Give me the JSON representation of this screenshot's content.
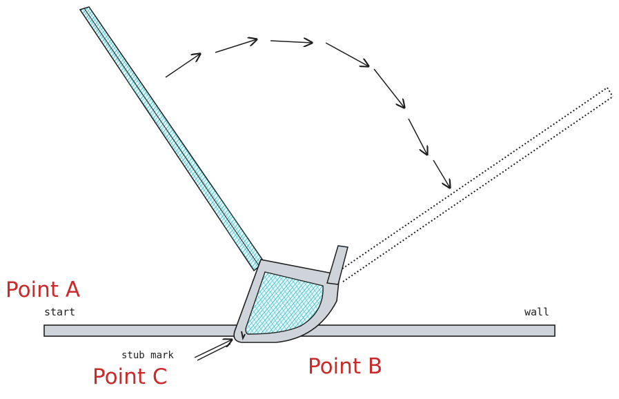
{
  "labels": {
    "point_a": "Point A",
    "point_b": "Point B",
    "point_c": "Point C",
    "start": "start",
    "wall": "wall",
    "stub_mark": "stub mark"
  },
  "colors": {
    "stroke": "#1e1e1e",
    "label_red": "#c92a2a",
    "hatch_blue": "#15aabf",
    "plate_gray": "#ced4da"
  }
}
